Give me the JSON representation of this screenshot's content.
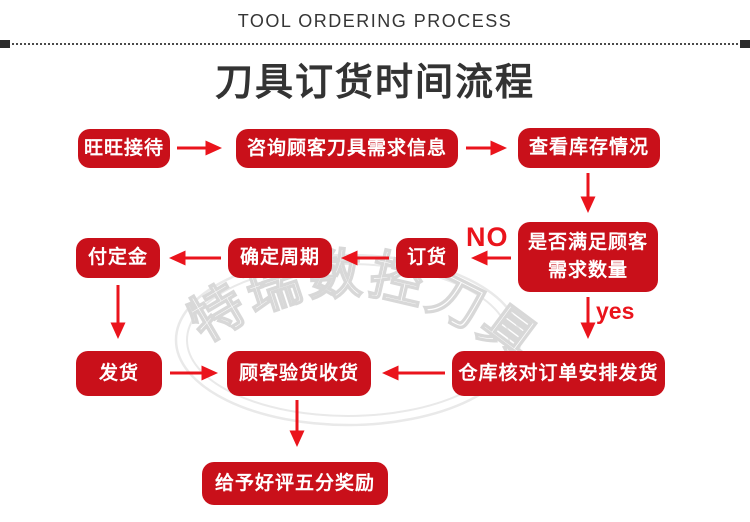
{
  "header": {
    "eyebrow": "TOOL ORDERING PROCESS",
    "title": "刀具订货时间流程"
  },
  "watermark": {
    "text": "特瑞数控刀具"
  },
  "colors": {
    "box_red": "#c9101a",
    "arrow_red": "#ea141c",
    "title_gray": "#333333",
    "watermark_gray": "#dcdcdc"
  },
  "flowchart": {
    "nodes": [
      {
        "id": "reception",
        "label": "旺旺接待"
      },
      {
        "id": "consult",
        "label": "咨询顾客刀具需求信息"
      },
      {
        "id": "check-stock",
        "label": "查看库存情况"
      },
      {
        "id": "satisfy",
        "label": "是否满足顾客\n需求数量"
      },
      {
        "id": "order",
        "label": "订货"
      },
      {
        "id": "cycle",
        "label": "确定周期"
      },
      {
        "id": "deposit",
        "label": "付定金"
      },
      {
        "id": "ship",
        "label": "发货"
      },
      {
        "id": "inspect",
        "label": "顾客验货收货"
      },
      {
        "id": "warehouse",
        "label": "仓库核对订单安排发货"
      },
      {
        "id": "review",
        "label": "给予好评五分奖励"
      }
    ],
    "labels": {
      "no": "NO",
      "yes": "yes"
    }
  }
}
